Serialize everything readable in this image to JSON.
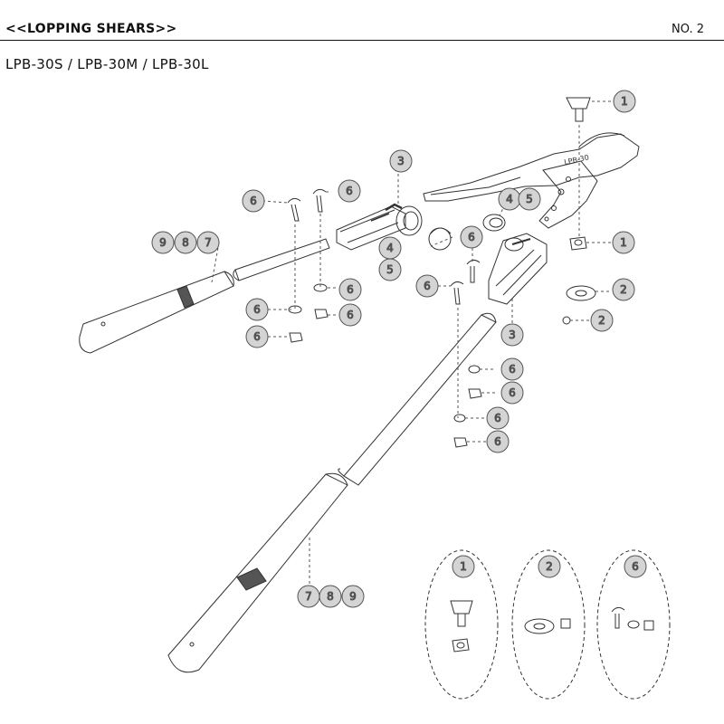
{
  "header": {
    "title": "<<LOPPING SHEARS>>",
    "page_no": "NO. 2"
  },
  "models": "LPB-30S / LPB-30M / LPB-30L",
  "head_engraving": "LPB-30",
  "callouts": {
    "c1a": "1",
    "c1b": "1",
    "c2a": "2",
    "c2b": "2",
    "c3a": "3",
    "c3b": "3",
    "c4a": "4",
    "c4b": "4",
    "c5a": "5",
    "c5b": "5",
    "c6a": "6",
    "c6b": "6",
    "c6c": "6",
    "c6d": "6",
    "c6e": "6",
    "c6f": "6",
    "c6g": "6",
    "c6h": "6",
    "c6i": "6",
    "c6j": "6",
    "c6k": "6",
    "c6l": "6",
    "c6m": "6",
    "c7a": "7",
    "c7b": "7",
    "c8a": "8",
    "c8b": "8",
    "c9a": "9",
    "c9b": "9"
  },
  "detail_views": [
    {
      "label": "1",
      "part": "bolt-and-nut"
    },
    {
      "label": "2",
      "part": "plate-and-screw"
    },
    {
      "label": "6",
      "part": "bolt-washer-nut"
    }
  ],
  "colors": {
    "line": "#333333",
    "bubble_fill": "#d4d4d4",
    "grip": "#555555"
  }
}
